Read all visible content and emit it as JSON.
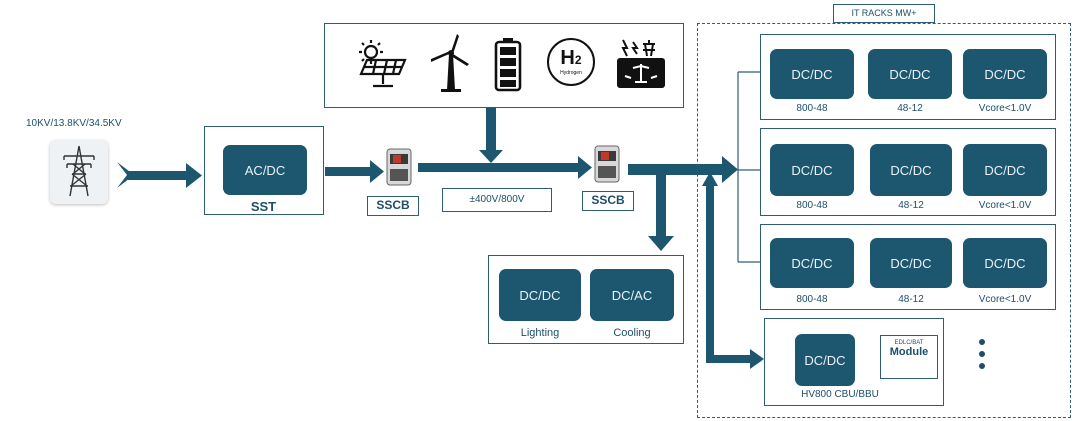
{
  "source": {
    "voltage_label": "10KV/13.8KV/34.5KV",
    "icon": "transmission-tower-icon"
  },
  "sst": {
    "converter": "AC/DC",
    "label": "SST"
  },
  "sscb_left": {
    "label": "SSCB",
    "icon": "breaker-icon"
  },
  "sscb_right": {
    "label": "SSCB",
    "icon": "breaker-icon"
  },
  "bus": {
    "label": "±400V/800V"
  },
  "sources_panel": {
    "icons": [
      "solar-panel-icon",
      "wind-turbine-icon",
      "battery-icon",
      "hydrogen-icon",
      "grid-tower-icon"
    ],
    "h2_text": "H",
    "h2_sub": "2",
    "h2_caption": "Hydrogen"
  },
  "aux_loads": {
    "blocks": [
      {
        "converter": "DC/DC",
        "label": "Lighting"
      },
      {
        "converter": "DC/AC",
        "label": "Cooling"
      }
    ]
  },
  "it_racks": {
    "title": "IT RACKS MW+",
    "rows": [
      {
        "stages": [
          {
            "converter": "DC/DC",
            "label": "800-48"
          },
          {
            "converter": "DC/DC",
            "label": "48-12"
          },
          {
            "converter": "DC/DC",
            "label": "Vcore<1.0V"
          }
        ]
      },
      {
        "stages": [
          {
            "converter": "DC/DC",
            "label": "800-48"
          },
          {
            "converter": "DC/DC",
            "label": "48-12"
          },
          {
            "converter": "DC/DC",
            "label": "Vcore<1.0V"
          }
        ]
      },
      {
        "stages": [
          {
            "converter": "DC/DC",
            "label": "800-48"
          },
          {
            "converter": "DC/DC",
            "label": "48-12"
          },
          {
            "converter": "DC/DC",
            "label": "Vcore<1.0V"
          }
        ]
      }
    ],
    "cbu": {
      "converter": "DC/DC",
      "label": "HV800 CBU/BBU",
      "module_small": "EDLC/BAT",
      "module_label": "Module"
    },
    "more": "⋮"
  },
  "colors": {
    "primary": "#1d566f",
    "line": "#2f5d78",
    "breaker_red": "#c0392b"
  }
}
